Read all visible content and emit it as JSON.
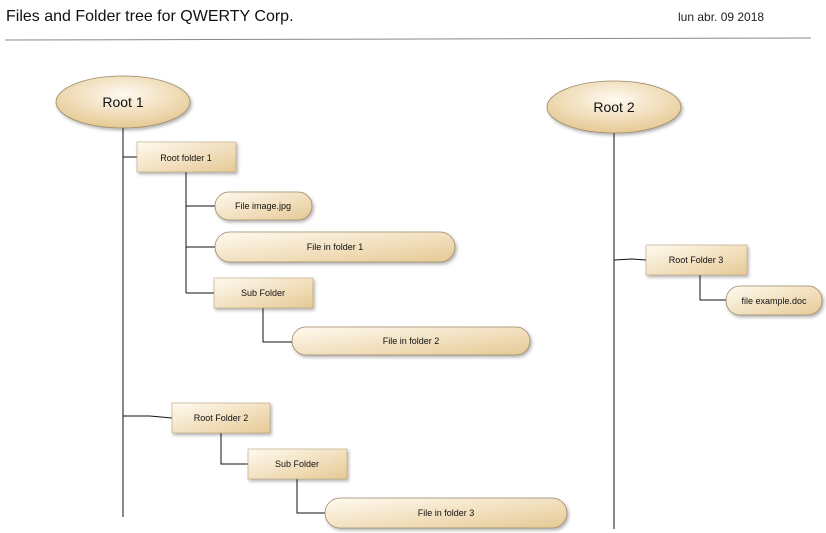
{
  "header": {
    "title": "Files and Folder tree for QWERTY Corp.",
    "date": "lun abr. 09 2018"
  },
  "colors": {
    "node_light": "#fffaf0",
    "node_dark": "#e6c994",
    "node_border": "#9c8a68",
    "line": "#111111",
    "rule": "#888888"
  },
  "nodes": {
    "root1": "Root 1",
    "root2": "Root 2",
    "root_folder_1": "Root folder 1",
    "file_image": "File image.jpg",
    "file_in_folder_1": "File in folder 1",
    "sub_folder_1": "Sub Folder",
    "file_in_folder_2": "File in folder 2",
    "root_folder_2": "Root Folder 2",
    "sub_folder_2": "Sub Folder",
    "file_in_folder_3": "File in folder 3",
    "root_folder_3": "Root Folder 3",
    "file_example": "file example.doc"
  }
}
